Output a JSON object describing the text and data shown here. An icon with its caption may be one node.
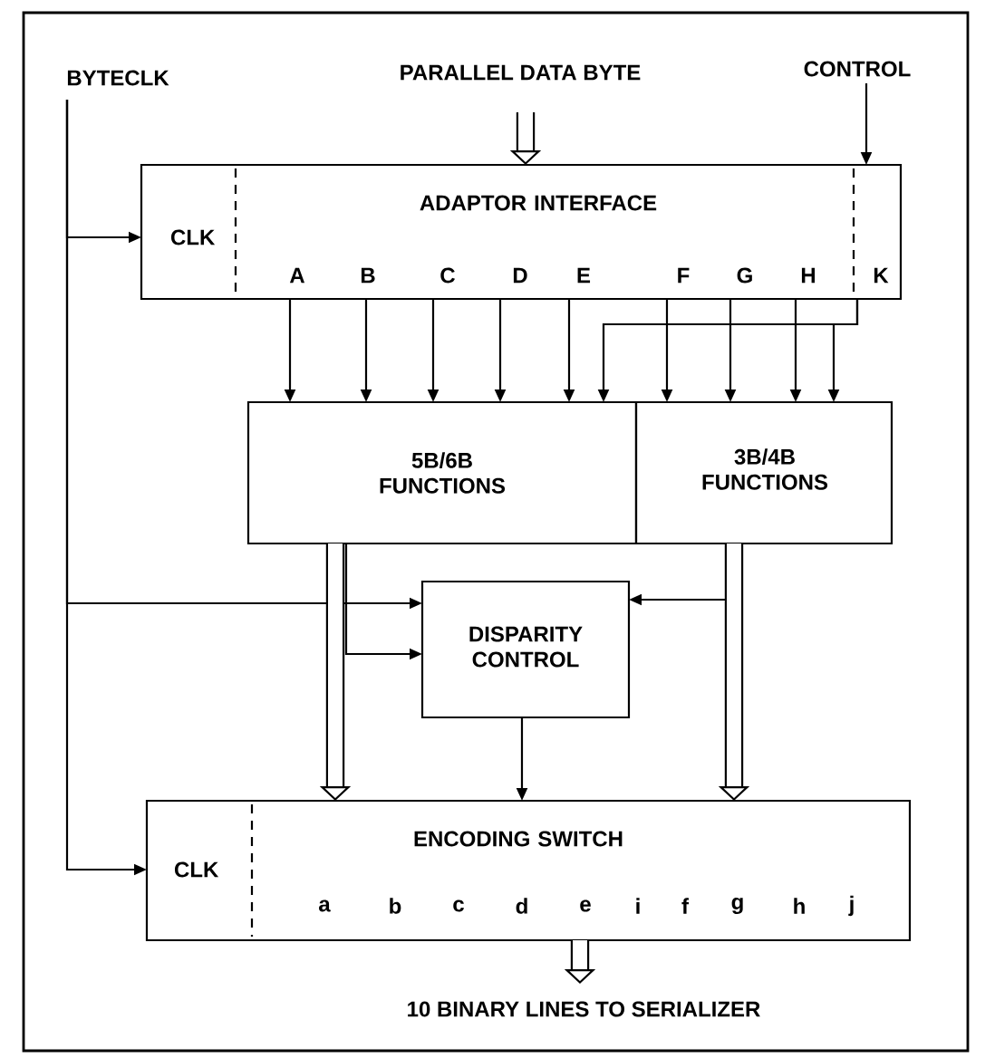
{
  "diagram": {
    "nodes": [
      {
        "text": [
          "BYTECLK"
        ]
      },
      {
        "text": [
          "PARALLEL DATA BYTE"
        ]
      },
      {
        "text": [
          "CONTROL"
        ]
      },
      {
        "text": [
          "ADAPTOR INTERFACE",
          "CLK",
          "A",
          "B",
          "C",
          "D",
          "E",
          "F",
          "G",
          "H",
          "K"
        ]
      },
      {
        "text": [
          "5B/6B FUNCTIONS"
        ]
      },
      {
        "text": [
          "3B/4B FUNCTIONS"
        ]
      },
      {
        "text": [
          "DISPARITY CONTROL"
        ]
      },
      {
        "text": [
          "ENCODING SWITCH",
          "CLK",
          "a",
          "b",
          "c",
          "d",
          "e",
          "i",
          "f",
          "g",
          "h",
          "j"
        ]
      },
      {
        "text": [
          "10 BINARY LINES TO SERIALIZER"
        ]
      }
    ],
    "edges": [
      {
        "from": 0,
        "to": 3,
        "arrow": "to"
      },
      {
        "from": 0,
        "to": 6,
        "arrow": "to"
      },
      {
        "from": 0,
        "to": 7,
        "arrow": "to"
      },
      {
        "from": 1,
        "to": 3,
        "arrow": "to",
        "style": "thick"
      },
      {
        "from": 2,
        "to": 3,
        "arrow": "to"
      },
      {
        "from": 3,
        "to": 4,
        "arrow": "to"
      },
      {
        "from": 3,
        "to": 4,
        "arrow": "to"
      },
      {
        "from": 3,
        "to": 4,
        "arrow": "to"
      },
      {
        "from": 3,
        "to": 4,
        "arrow": "to"
      },
      {
        "from": 3,
        "to": 4,
        "arrow": "to"
      },
      {
        "from": 3,
        "to": 4,
        "arrow": "to"
      },
      {
        "from": 3,
        "to": 5,
        "arrow": "to"
      },
      {
        "from": 3,
        "to": 5,
        "arrow": "to"
      },
      {
        "from": 3,
        "to": 5,
        "arrow": "to"
      },
      {
        "from": 3,
        "to": 5,
        "arrow": "to"
      },
      {
        "from": 4,
        "to": 6,
        "arrow": "to"
      },
      {
        "from": 5,
        "to": 6,
        "arrow": "to"
      },
      {
        "from": 4,
        "to": 7,
        "arrow": "to",
        "style": "thick"
      },
      {
        "from": 5,
        "to": 7,
        "arrow": "to",
        "style": "thick"
      },
      {
        "from": 6,
        "to": 7,
        "arrow": "to"
      },
      {
        "from": 7,
        "to": 8,
        "arrow": "to",
        "style": "thick"
      }
    ]
  }
}
